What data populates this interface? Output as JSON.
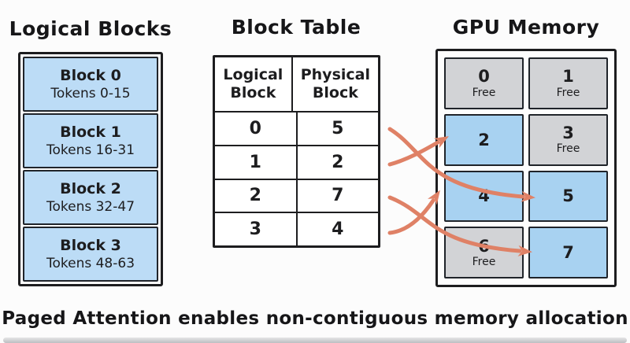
{
  "diagram": {
    "logical": {
      "title": "Logical Blocks",
      "blocks": [
        {
          "label": "Block 0",
          "tokens": "Tokens 0-15"
        },
        {
          "label": "Block 1",
          "tokens": "Tokens 16-31"
        },
        {
          "label": "Block 2",
          "tokens": "Tokens 32-47"
        },
        {
          "label": "Block 3",
          "tokens": "Tokens 48-63"
        }
      ]
    },
    "block_table": {
      "title": "Block Table",
      "columns": [
        "Logical Block",
        "Physical Block"
      ],
      "rows": [
        {
          "logical": "0",
          "physical": "5"
        },
        {
          "logical": "1",
          "physical": "2"
        },
        {
          "logical": "2",
          "physical": "7"
        },
        {
          "logical": "3",
          "physical": "4"
        }
      ]
    },
    "gpu_memory": {
      "title": "GPU Memory",
      "cells": [
        {
          "id": "0",
          "status": "Free",
          "state": "free"
        },
        {
          "id": "1",
          "status": "Free",
          "state": "free"
        },
        {
          "id": "2",
          "status": "",
          "state": "allocated"
        },
        {
          "id": "3",
          "status": "Free",
          "state": "free"
        },
        {
          "id": "4",
          "status": "",
          "state": "allocated"
        },
        {
          "id": "5",
          "status": "",
          "state": "allocated"
        },
        {
          "id": "6",
          "status": "Free",
          "state": "free"
        },
        {
          "id": "7",
          "status": "",
          "state": "allocated"
        }
      ]
    },
    "mappings": [
      {
        "from_physical": "5",
        "to_gpu_block": "5"
      },
      {
        "from_physical": "2",
        "to_gpu_block": "2"
      },
      {
        "from_physical": "7",
        "to_gpu_block": "7"
      },
      {
        "from_physical": "4",
        "to_gpu_block": "4"
      }
    ],
    "caption": "Paged Attention enables non-contiguous memory allocation",
    "colors": {
      "allocated_blue": "#a8d2f1",
      "logical_blue": "#bcdcf6",
      "free_gray": "#d2d3d6",
      "arrow_salmon": "#df8166",
      "ink": "#1d1d1f"
    }
  }
}
